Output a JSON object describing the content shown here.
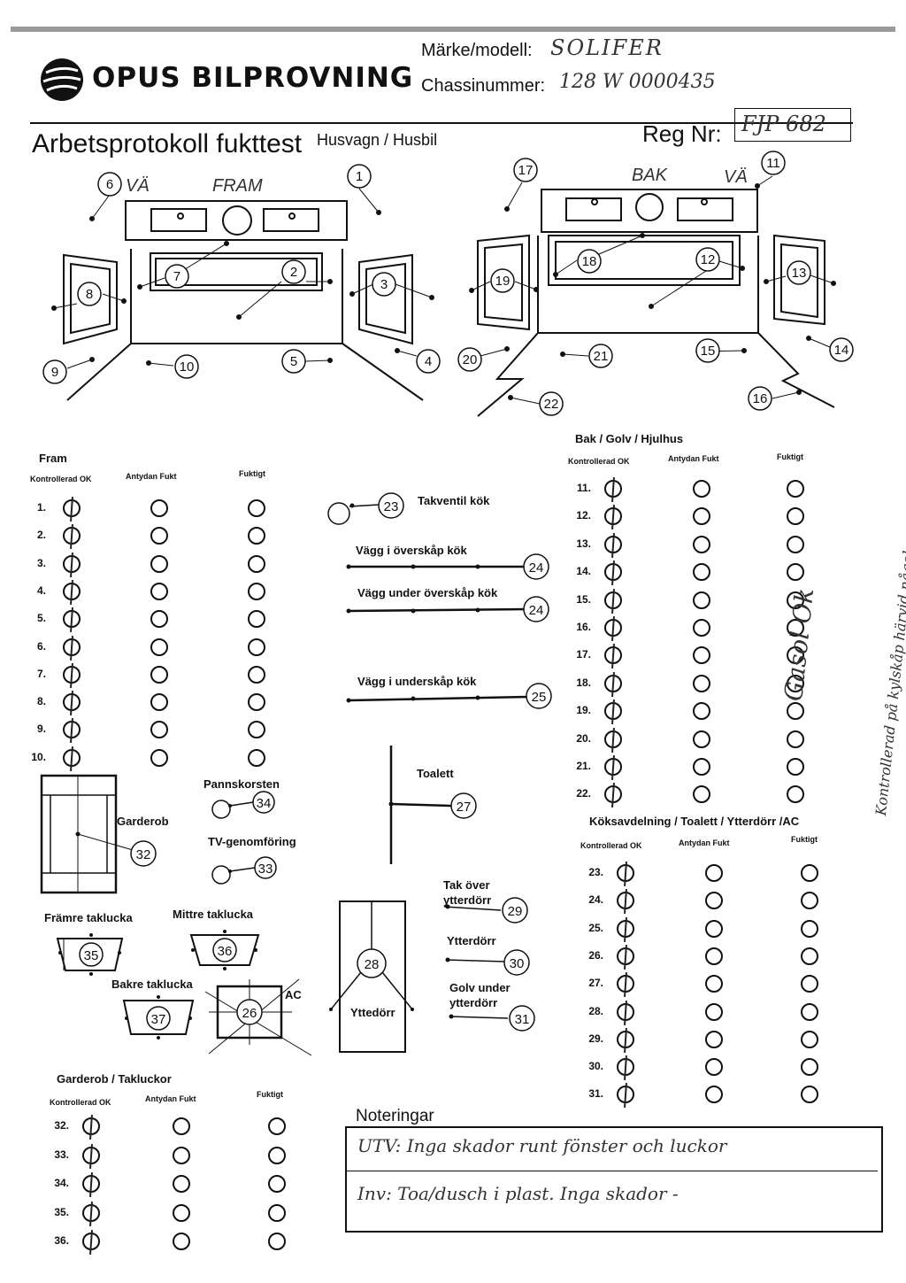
{
  "header": {
    "brand": "OPUS BILPROVNING",
    "make_label": "Märke/modell:",
    "make_value": "SOLIFER",
    "chassis_label": "Chassinummer:",
    "chassis_value": "128 W 0000435",
    "title_main": "Arbetsprotokoll fukttest",
    "title_sub": "Husvagn / Husbil",
    "reg_label": "Reg Nr:",
    "reg_value": "FJP 682"
  },
  "diagram": {
    "front_note_side": "VÄ",
    "front_note": "FRAM",
    "rear_note": "BAK",
    "rear_note_side": "VÄ",
    "front_points": [
      "1",
      "2",
      "3",
      "4",
      "5",
      "6",
      "7",
      "8",
      "9",
      "10"
    ],
    "rear_points": [
      "11",
      "12",
      "13",
      "14",
      "15",
      "16",
      "17",
      "18",
      "19",
      "20",
      "21",
      "22"
    ]
  },
  "columns": {
    "ok": "Kontrollerad OK",
    "hint": "Antydan Fukt",
    "wet": "Fuktigt"
  },
  "sections": {
    "fram": {
      "title": "Fram",
      "rows": [
        "1.",
        "2.",
        "3.",
        "4.",
        "5.",
        "6.",
        "7.",
        "8.",
        "9.",
        "10."
      ]
    },
    "bak": {
      "title": "Bak / Golv / Hjulhus",
      "rows": [
        "11.",
        "12.",
        "13.",
        "14.",
        "15.",
        "16.",
        "17.",
        "18.",
        "19.",
        "20.",
        "21.",
        "22."
      ]
    },
    "kok": {
      "title": "Köksavdelning / Toalett / Ytterdörr /AC",
      "rows": [
        "23.",
        "24.",
        "25.",
        "26.",
        "27.",
        "28.",
        "29.",
        "30.",
        "31."
      ]
    },
    "garderob": {
      "title": "Garderob / Takluckor",
      "rows": [
        "32.",
        "33.",
        "34.",
        "35.",
        "36."
      ]
    }
  },
  "middle": {
    "takventil": "Takventil kök",
    "vagg_over": "Vägg i överskåp kök",
    "vagg_under_over": "Vägg under överskåp kök",
    "vagg_under": "Vägg i underskåp kök",
    "toalett": "Toalett",
    "pannskorsten": "Pannskorsten",
    "tv": "TV-genomföring",
    "garderob": "Garderob",
    "framre": "Främre taklucka",
    "mittre": "Mittre taklucka",
    "bakre": "Bakre taklucka",
    "ac": "AC",
    "tak_over_1": "Tak över",
    "tak_over_2": "ytterdörr",
    "ytterdorr": "Ytterdörr",
    "golv_under_1": "Golv under",
    "golv_under_2": "ytterdörr",
    "yttedorr": "Yttedörr",
    "n23": "23",
    "n24a": "24",
    "n24b": "24",
    "n25": "25",
    "n26": "26",
    "n27": "27",
    "n28": "28",
    "n29": "29",
    "n30": "30",
    "n31": "31",
    "n32": "32",
    "n33": "33",
    "n34": "34",
    "n35": "35",
    "n36": "36",
    "n37": "37"
  },
  "side_note": {
    "line1": "Gasol Ok",
    "line2": "Kontrollerad på kylskåp härvid någol"
  },
  "notes": {
    "title": "Noteringar",
    "line1": "UTV: Inga skador runt fönster och luckor",
    "line2": "Inv: Toa/dusch i plast. Inga skador -"
  }
}
